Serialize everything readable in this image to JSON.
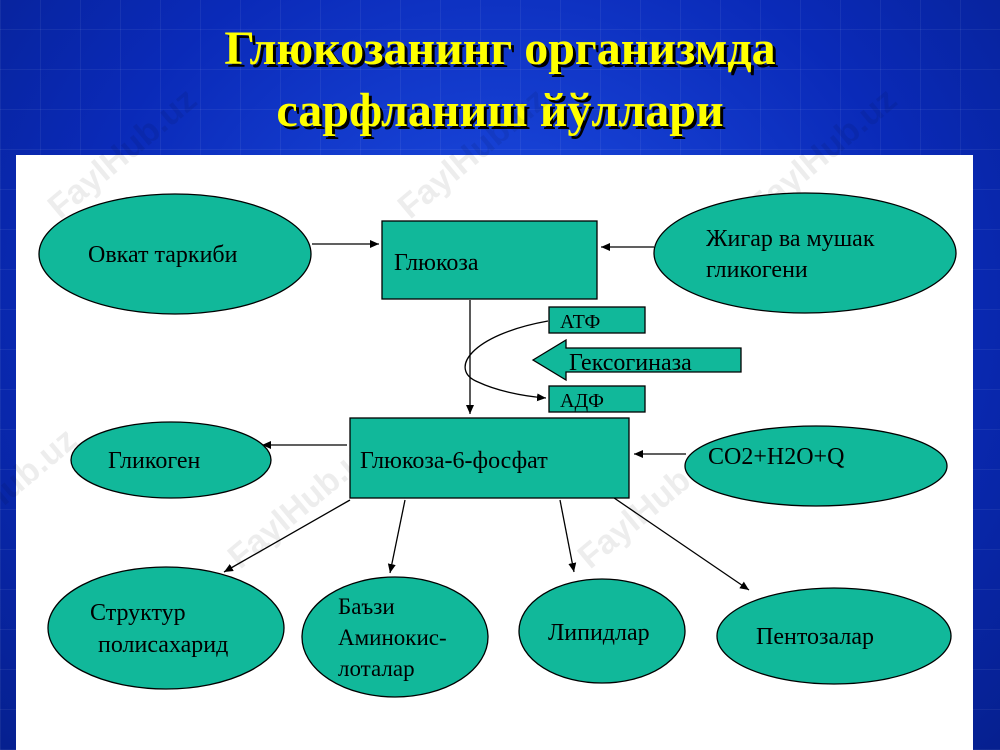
{
  "title": {
    "line1": "Глюкозанинг организмда",
    "line2": "сарфланиш йўллари"
  },
  "nodes": {
    "ovkat": "Овкат таркиби",
    "glyukoza": "Глюкоза",
    "jigar_line1": "Жигар ва мушак",
    "jigar_line2": "гликогени",
    "atf": "АТФ",
    "geksoginaza": "Гексогиназа",
    "adf": "АДФ",
    "glikogen": "Гликоген",
    "g6f": "Глюкоза-6-фосфат",
    "co2": "CO2+H2O+Q",
    "struktur_line1": "Структур",
    "struktur_line2": "полисахарид",
    "bazi_line1": "Баъзи",
    "bazi_line2": "Аминокис-",
    "bazi_line3": "лоталар",
    "lipidlar": "Липидлар",
    "pentozalar": "Пентозалар"
  },
  "watermark": "FaylHub.uz",
  "colors": {
    "node_fill": "#11b89a",
    "title_text": "#ffff00",
    "background": "#0b2fc4",
    "panel": "#ffffff"
  }
}
